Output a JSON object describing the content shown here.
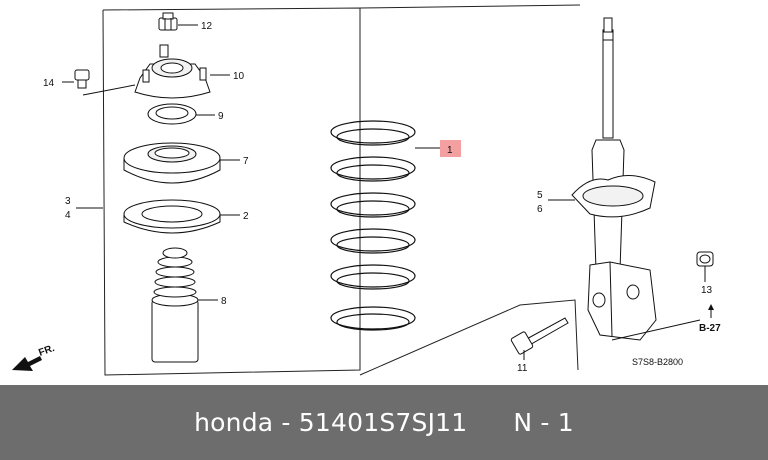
{
  "diagram": {
    "callouts": {
      "c12": "12",
      "c10": "10",
      "c14": "14",
      "c9": "9",
      "c7": "7",
      "c3": "3",
      "c4": "4",
      "c2": "2",
      "c8": "8",
      "c1": "1",
      "c5": "5",
      "c6": "6",
      "c13": "13",
      "c11": "11"
    },
    "ref_b27": "B-27",
    "direction_label": "FR.",
    "drawing_code": "S7S8-B2800",
    "accent_color": "#f4a0a0"
  },
  "footer": {
    "part_text": "honda - 51401S7SJ11",
    "qty_text": "N - 1"
  }
}
